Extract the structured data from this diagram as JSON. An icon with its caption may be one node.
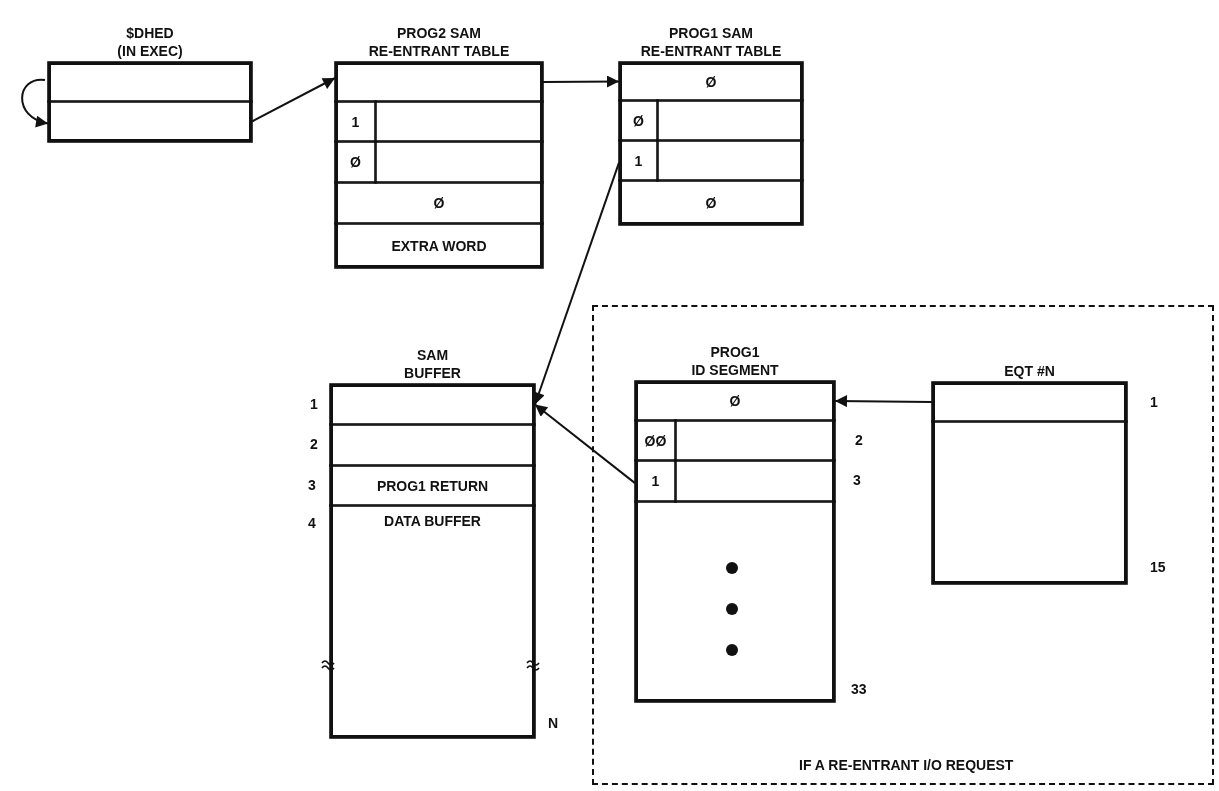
{
  "diagram": {
    "nodes": [
      {
        "text": [
          "$DHED (IN EXEC)"
        ]
      },
      {
        "text": [],
        "shape": "box",
        "in": 0
      },
      {
        "text": [],
        "shape": "box",
        "in": 0
      },
      {
        "text": [
          "PROG2 SAM RE-ENTRANT TABLE"
        ]
      },
      {
        "text": [],
        "shape": "box",
        "in": 3
      },
      {
        "text": [
          "1"
        ],
        "in": 3
      },
      {
        "text": [],
        "shape": "box",
        "in": 3
      },
      {
        "text": [
          "Ø"
        ],
        "in": 3
      },
      {
        "text": [],
        "shape": "box",
        "in": 3
      },
      {
        "text": [
          "Ø"
        ],
        "in": 3
      },
      {
        "text": [
          "EXTRA WORD"
        ],
        "in": 3
      },
      {
        "text": [
          "PROG1 SAM RE-ENTRANT TABLE"
        ]
      },
      {
        "text": [
          "Ø"
        ],
        "in": 11
      },
      {
        "text": [
          "Ø"
        ],
        "in": 11
      },
      {
        "text": [],
        "shape": "box",
        "in": 11
      },
      {
        "text": [
          "1"
        ],
        "in": 11
      },
      {
        "text": [],
        "shape": "box",
        "in": 11
      },
      {
        "text": [
          "Ø"
        ],
        "in": 11
      },
      {
        "text": [
          "SAM BUFFER"
        ]
      },
      {
        "text": [],
        "shape": "box",
        "in": 18,
        "beside": [
          "1"
        ]
      },
      {
        "text": [],
        "shape": "box",
        "in": 18,
        "beside": [
          "2"
        ]
      },
      {
        "text": [
          "PROG1 RETURN"
        ],
        "in": 18,
        "beside": [
          "3"
        ]
      },
      {
        "text": [
          "DATA BUFFER"
        ],
        "in": 18,
        "beside": [
          "4",
          "N"
        ]
      },
      {
        "text": [
          "IF A RE-ENTRANT I/O REQUEST"
        ]
      },
      {
        "text": [
          "PROG1 ID SEGMENT"
        ],
        "in": 23
      },
      {
        "text": [
          "Ø"
        ],
        "in": 24
      },
      {
        "text": [
          "ØØ"
        ],
        "in": 24
      },
      {
        "text": [],
        "shape": "box",
        "in": 24,
        "beside": [
          "2"
        ]
      },
      {
        "text": [
          "1"
        ],
        "in": 24
      },
      {
        "text": [],
        "shape": "box",
        "in": 24,
        "beside": [
          "3"
        ]
      },
      {
        "text": [],
        "shape": "box",
        "in": 24,
        "beside": [
          "33"
        ]
      },
      {
        "text": [
          "EQT #N"
        ],
        "in": 23
      },
      {
        "text": [],
        "shape": "box",
        "in": 31,
        "beside": [
          "1"
        ]
      },
      {
        "text": [],
        "shape": "box",
        "in": 31,
        "beside": [
          "15"
        ]
      }
    ],
    "edges": [
      {
        "from": 1,
        "to": 2,
        "arrow": "to"
      },
      {
        "from": 2,
        "to": 4,
        "arrow": "to"
      },
      {
        "from": 4,
        "to": 12,
        "arrow": "to"
      },
      {
        "from": 15,
        "to": 19,
        "arrow": "to"
      },
      {
        "from": 28,
        "to": 19,
        "arrow": "to"
      },
      {
        "from": 32,
        "to": 25,
        "arrow": "to"
      }
    ]
  }
}
